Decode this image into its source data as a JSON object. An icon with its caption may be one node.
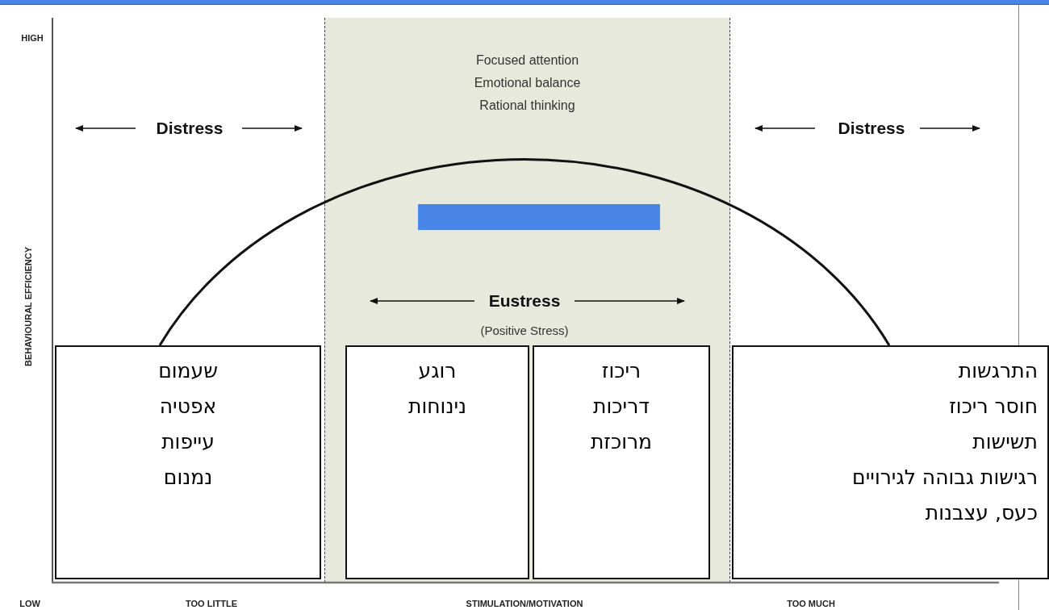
{
  "diagram": {
    "nodes": [
      {
        "text": [
          "Focused attention",
          "Emotional balance",
          "Rational thinking"
        ]
      },
      {
        "text": [
          "שעמום",
          "אפטיה",
          "עייפות",
          "נמנום"
        ]
      },
      {
        "text": [
          "רוגע",
          "נינוחות"
        ],
        "in": 0
      },
      {
        "text": [
          "ריכוז",
          "דריכות",
          "מרוכזת"
        ],
        "in": 0
      },
      {
        "text": [
          "התרגשות",
          "חוסר ריכוז",
          "תשישות",
          "רגישות גבוהה לגירויים",
          "כעס, עצבנות"
        ]
      }
    ],
    "labels": [
      "HIGH",
      "BEHAVIOURAL EFFICIENCY",
      "Distress",
      "Distress",
      "Eustress",
      "(Positive Stress)",
      "LOW",
      "TOO LITTLE",
      "STIMULATION/MOTIVATION",
      "TOO MUCH"
    ]
  }
}
